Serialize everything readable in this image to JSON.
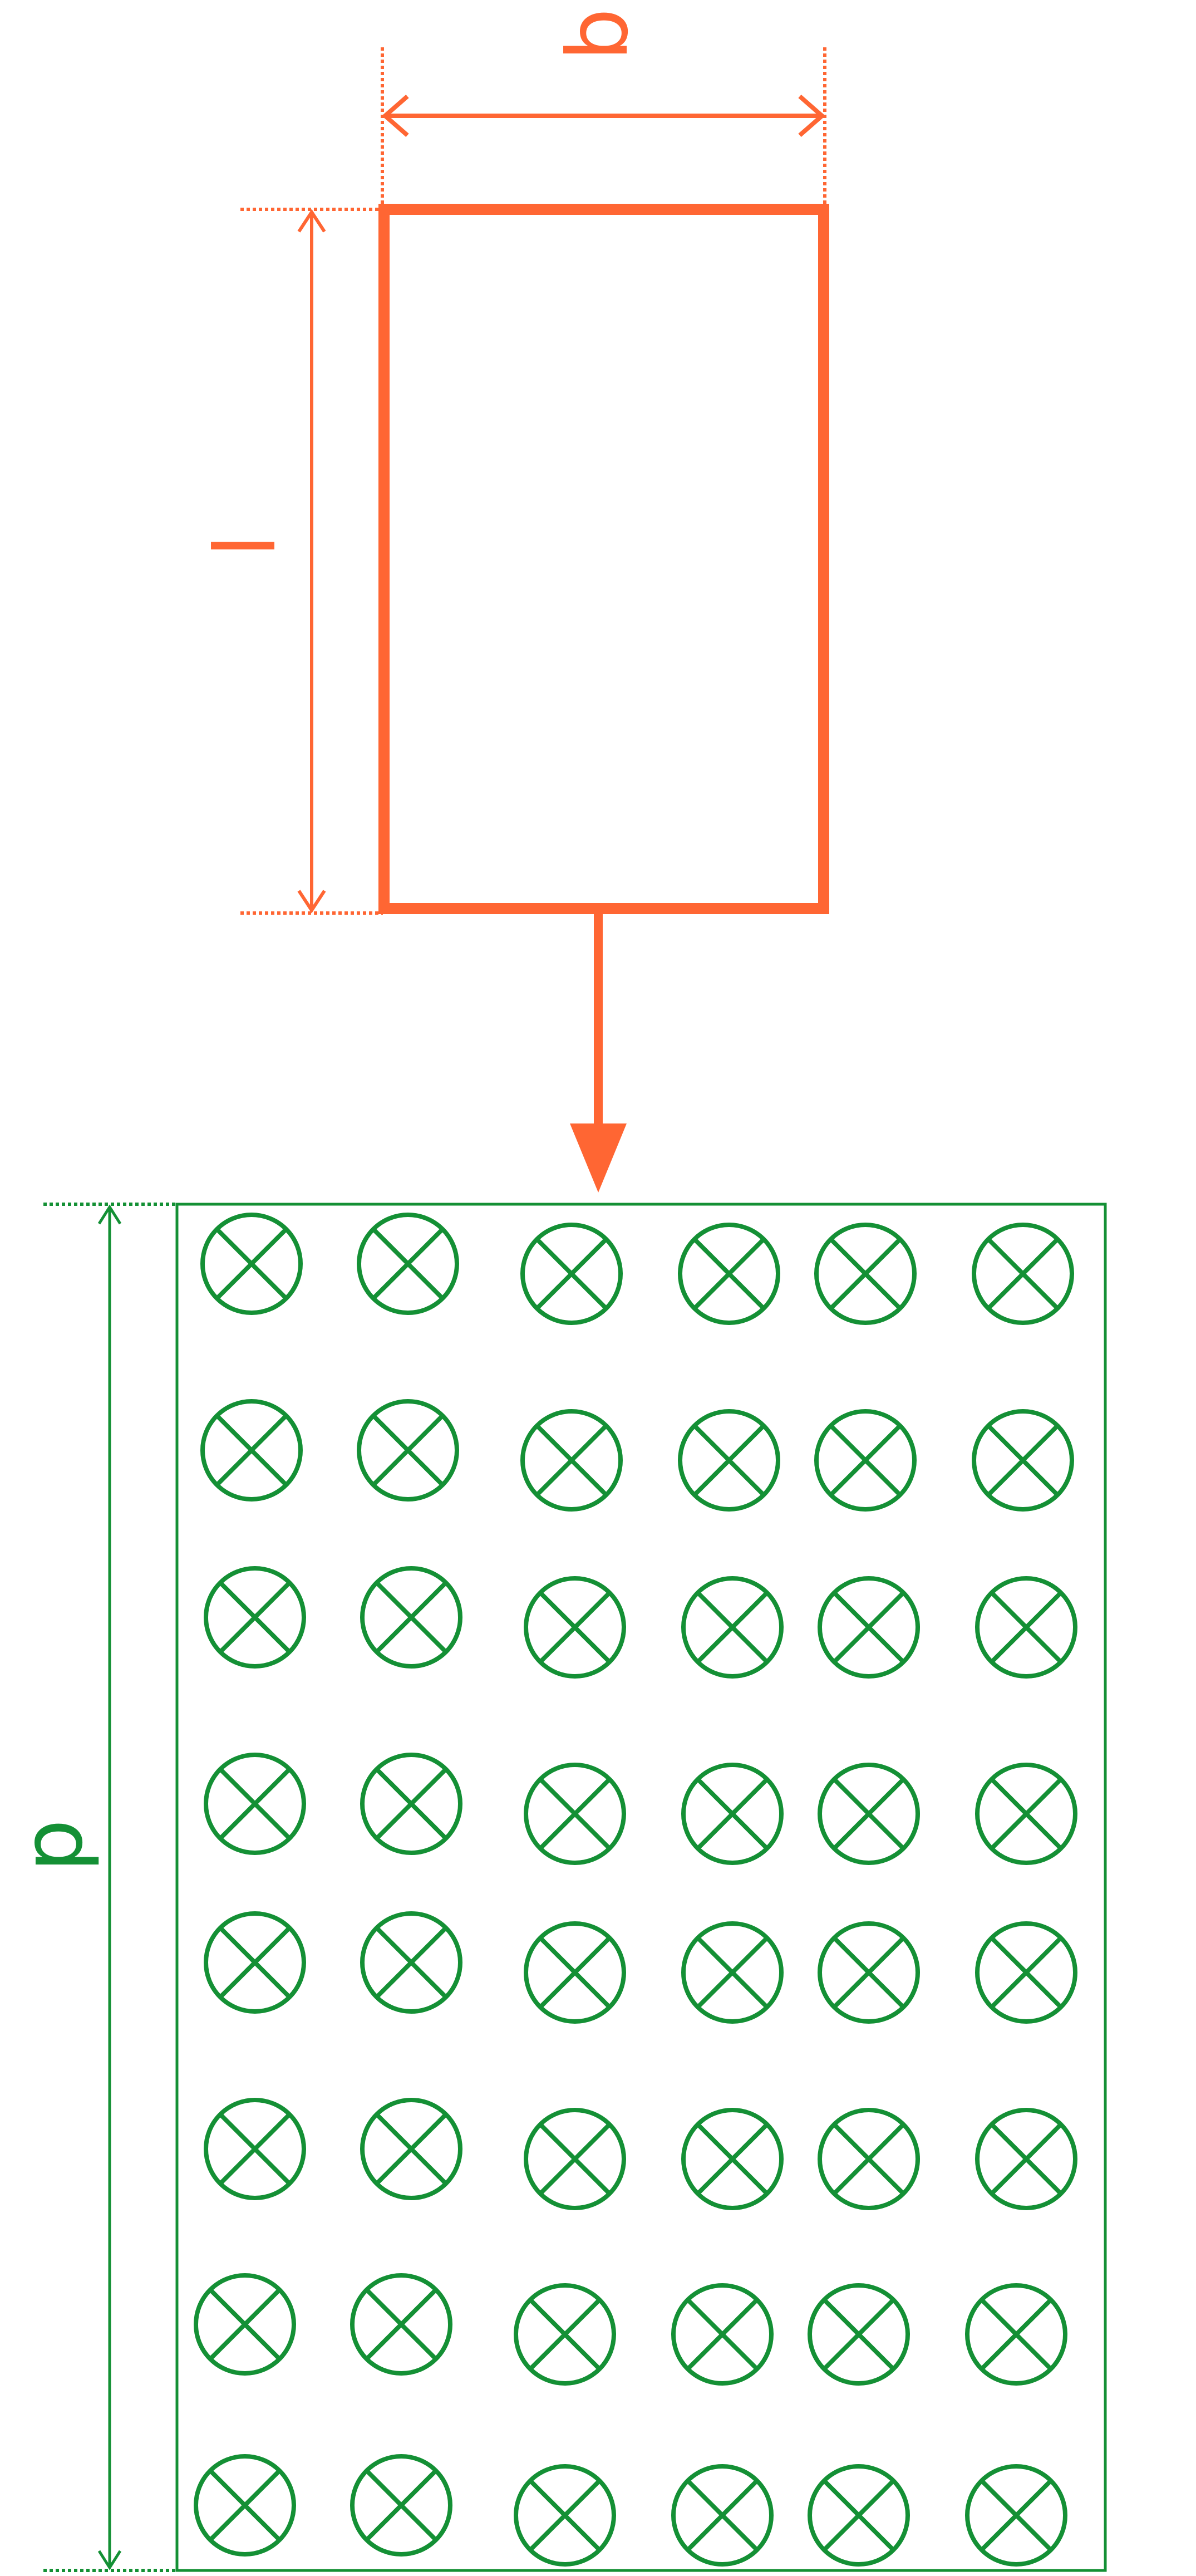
{
  "colors": {
    "orange": "#FF6633",
    "green": "#149035"
  },
  "labels": {
    "width": "b",
    "length": "l",
    "depth": "p"
  },
  "grid": {
    "rows": 8,
    "columns": 6,
    "symbol": "crossed-circle-icon"
  }
}
